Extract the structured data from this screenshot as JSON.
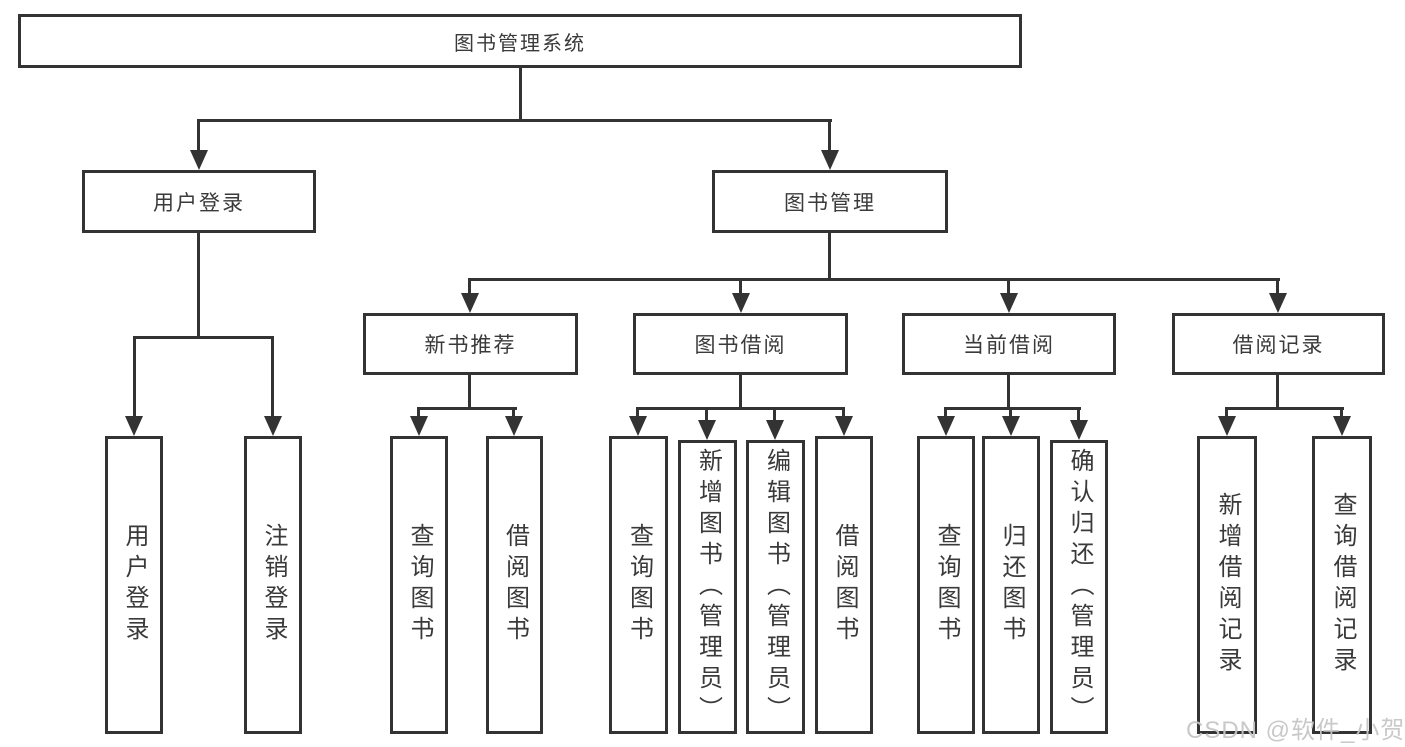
{
  "diagram": {
    "root": "图书管理系统",
    "user_login_group": "用户登录",
    "book_mgmt": "图书管理",
    "new_book_rec": "新书推荐",
    "book_borrow": "图书借阅",
    "current_borrow": "当前借阅",
    "borrow_records": "借阅记录",
    "user_login": "用户登录",
    "logout": "注销登录",
    "nb_query": "查询图书",
    "nb_borrow": "借阅图书",
    "bb_query": "查询图书",
    "bb_add": "新增图书（管理员）",
    "bb_edit": "编辑图书（管理员）",
    "bb_borrow": "借阅图书",
    "cb_query": "查询图书",
    "cb_return": "归还图书",
    "cb_confirm": "确认归还（管理员）",
    "br_add": "新增借阅记录",
    "br_query": "查询借阅记录"
  },
  "watermark": "CSDN @软件_小贺同学",
  "colors": {
    "line": "#333333",
    "text": "#3a3a3a",
    "watermark": "#c6c6c6"
  }
}
